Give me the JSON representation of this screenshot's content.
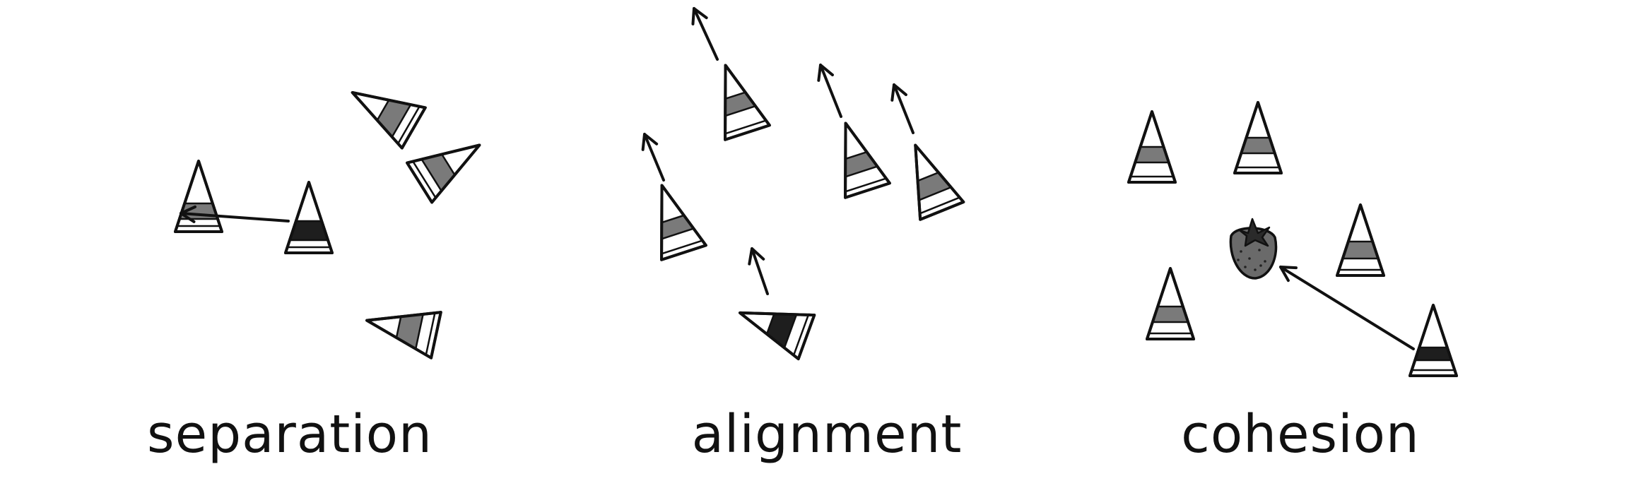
{
  "labels": {
    "separation": "separation",
    "alignment": "alignment",
    "cohesion": "cohesion"
  },
  "colors": {
    "stroke": "#111111",
    "stripe_gray": "#7a7a7a",
    "stripe_dark": "#1e1e1e",
    "strawberry": "#6a6a6a",
    "leaf": "#2a2a2a",
    "background": "#ffffff"
  },
  "icons": {
    "boid": "boid-triangle-icon",
    "strawberry": "strawberry-icon"
  }
}
